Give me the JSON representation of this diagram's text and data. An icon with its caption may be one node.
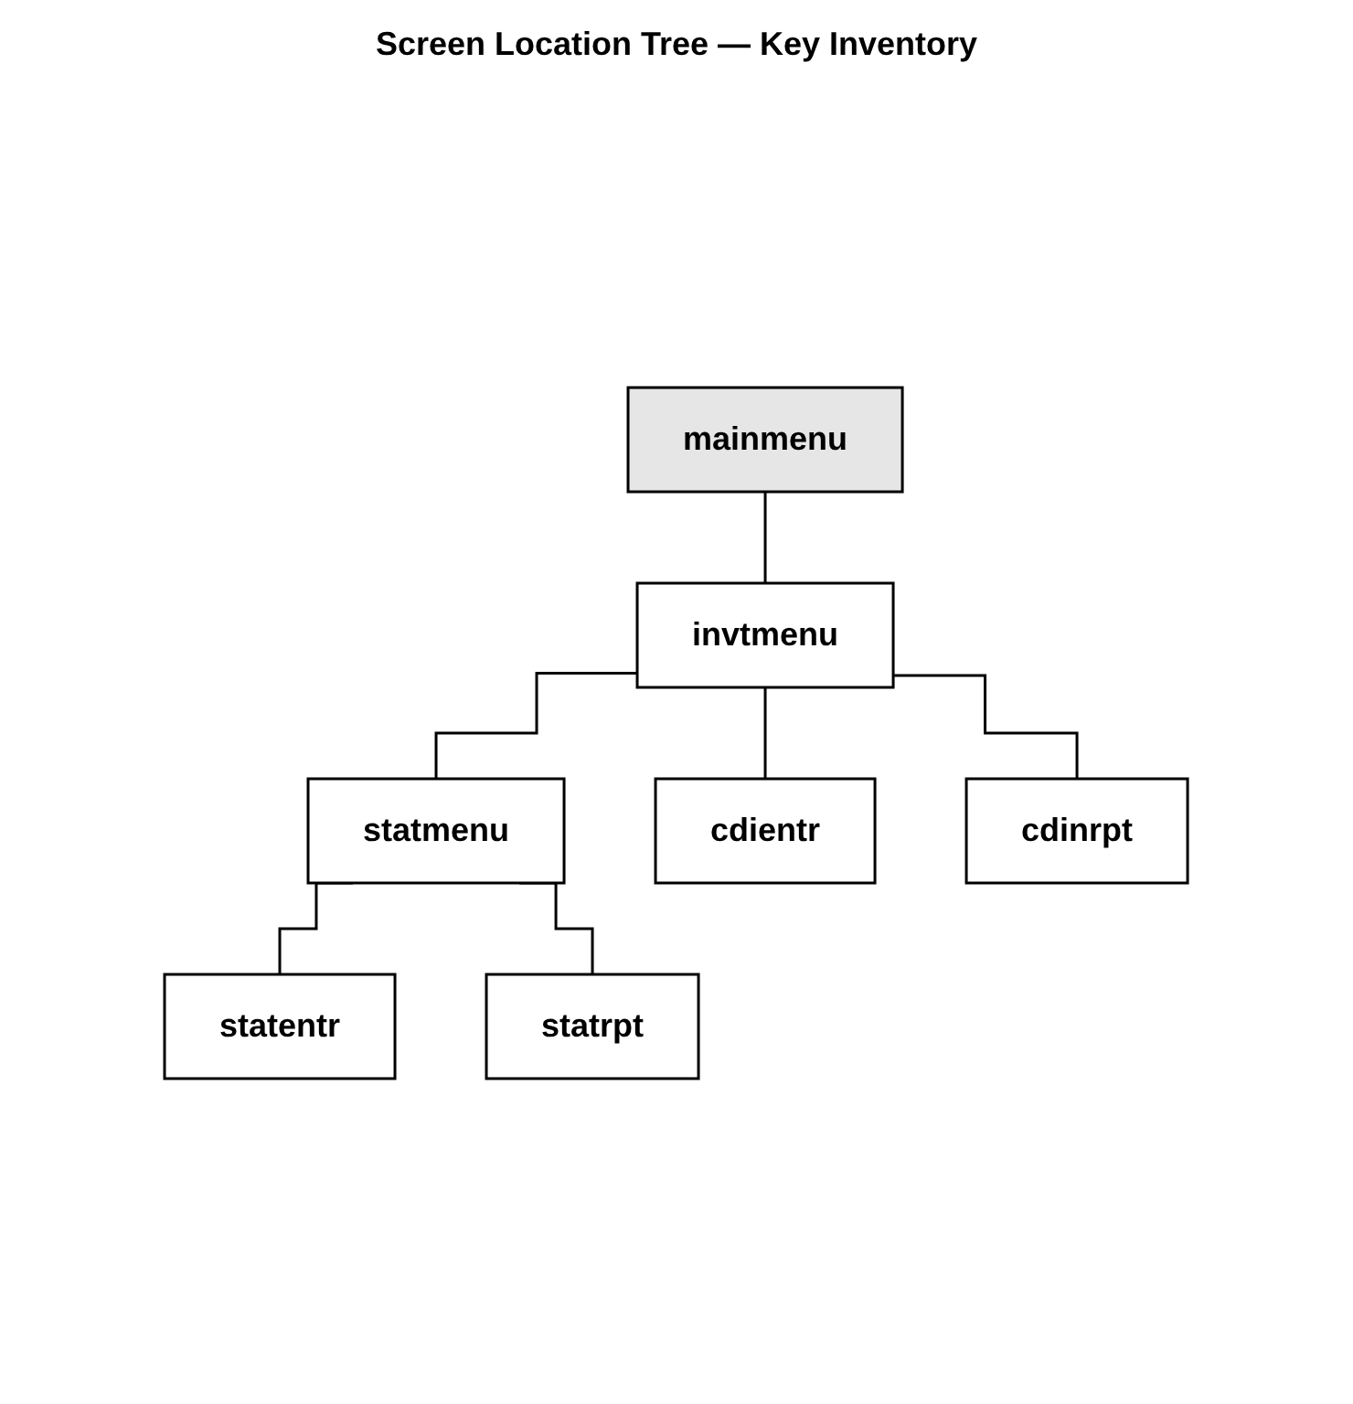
{
  "diagram": {
    "title": "Screen Location Tree — Key Inventory",
    "nodes": [
      {
        "text": [
          "mainmenu"
        ]
      },
      {
        "text": [
          "invtmenu"
        ]
      },
      {
        "text": [
          "statmenu"
        ]
      },
      {
        "text": [
          "statentr"
        ]
      },
      {
        "text": [
          "statrpt"
        ]
      },
      {
        "text": [
          "cdientr"
        ]
      },
      {
        "text": [
          "cdinrpt"
        ]
      }
    ],
    "edges": [
      {
        "from": 0,
        "to": 1,
        "arrow": "none"
      },
      {
        "from": 1,
        "to": 2,
        "arrow": "none"
      },
      {
        "from": 2,
        "to": 3,
        "arrow": "none"
      },
      {
        "from": 2,
        "to": 4,
        "arrow": "none"
      },
      {
        "from": 1,
        "to": 5,
        "arrow": "none"
      },
      {
        "from": 1,
        "to": 6,
        "arrow": "none"
      }
    ]
  }
}
